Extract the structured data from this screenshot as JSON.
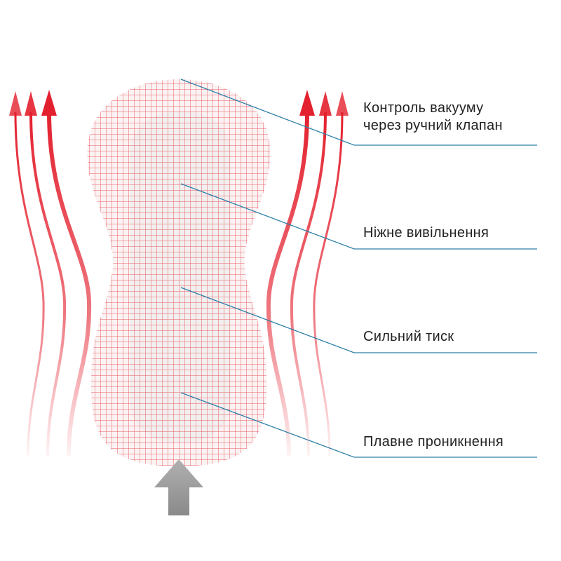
{
  "labels": [
    {
      "line1": "Контроль вакууму",
      "line2": "через ручний клапан"
    },
    {
      "line1": "Ніжне вивільнення"
    },
    {
      "line1": "Сильний тиск"
    },
    {
      "line1": "Плавне проникнення"
    }
  ],
  "colors": {
    "grid": "#e8414b",
    "leader": "#2d7fa8",
    "arrow": "#e3202e",
    "push_arrow": "#9a9a9a"
  }
}
